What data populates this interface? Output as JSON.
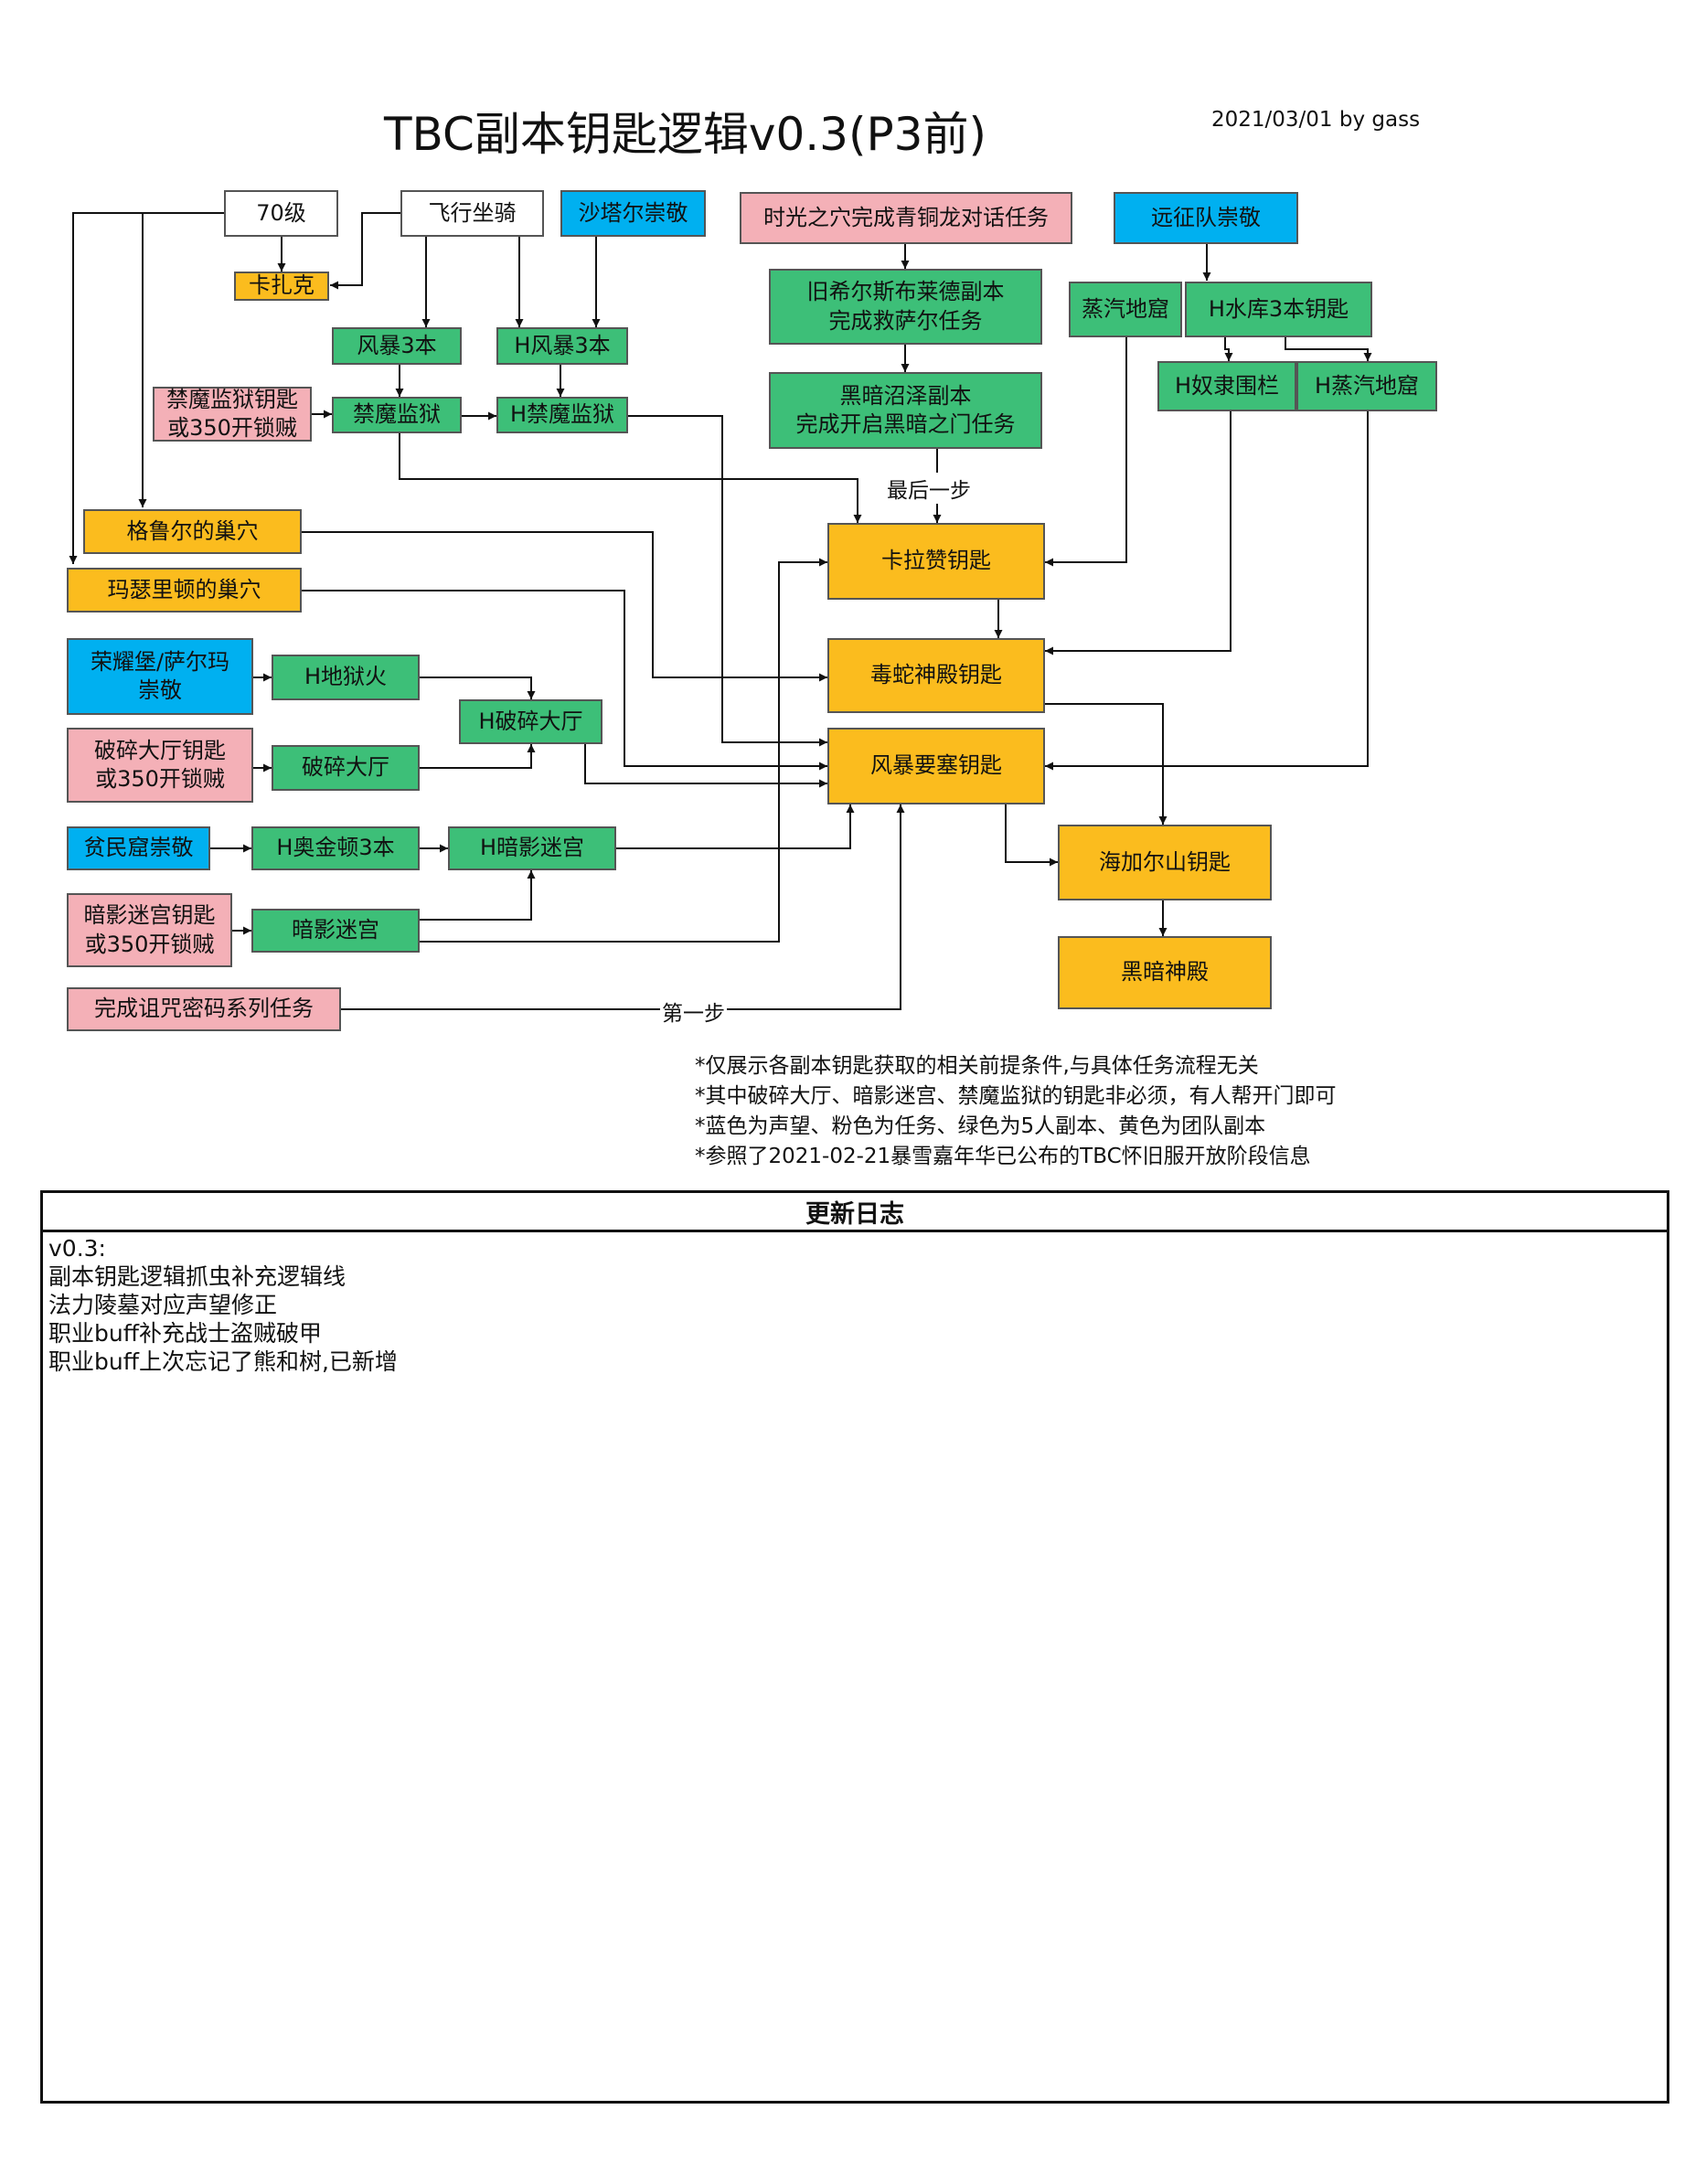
{
  "title": "TBC副本钥匙逻辑v0.3(P3前)",
  "byline": "2021/03/01 by gass",
  "legend_colors": {
    "reputation": "#00b0f0",
    "quest": "#f4b0b7",
    "dungeon": "#3dbf78",
    "raid": "#fbbc1e",
    "plain": "#ffffff"
  },
  "nodes": {
    "lv70": "70级",
    "flying": "飞行坐骑",
    "shatar": "沙塔尔崇敬",
    "caverns": "时光之穴完成青铜龙对话任务",
    "expedition": "远征队崇敬",
    "karazhan_npc": "卡扎克",
    "durnholde": "旧希尔斯布莱德副本\n完成救萨尔任务",
    "steam_vault": "蒸汽地窟",
    "h_reservoir": "H水库3本钥匙",
    "storm3": "风暴3本",
    "h_storm3": "H风暴3本",
    "black_morass": "黑暗沼泽副本\n完成开启黑暗之门任务",
    "h_slave_pens": "H奴隶围栏",
    "h_steam_vault": "H蒸汽地窟",
    "arcatraz_key": "禁魔监狱钥匙\n或350开锁贼",
    "arcatraz": "禁魔监狱",
    "h_arcatraz": "H禁魔监狱",
    "gruul": "格鲁尔的巢穴",
    "magtheridon": "玛瑟里顿的巢穴",
    "karazhan_key": "卡拉赞钥匙",
    "honor_hold": "荣耀堡/萨尔玛\n崇敬",
    "h_hellfire": "H地狱火",
    "h_shattered": "H破碎大厅",
    "shattered_key": "破碎大厅钥匙\n或350开锁贼",
    "shattered": "破碎大厅",
    "serpentshrine_key": "毒蛇神殿钥匙",
    "tempest_key": "风暴要塞钥匙",
    "lower_city": "贫民窟崇敬",
    "h_auchindoun3": "H奥金顿3本",
    "h_shadow_lab": "H暗影迷宫",
    "hyjal_key": "海加尔山钥匙",
    "shadow_lab_key": "暗影迷宫钥匙\n或350开锁贼",
    "shadow_lab": "暗影迷宫",
    "black_temple": "黑暗神殿",
    "cipher_quest": "完成诅咒密码系列任务"
  },
  "edge_labels": {
    "last_step": "最后一步",
    "first_step": "第一步"
  },
  "notes": [
    "*仅展示各副本钥匙获取的相关前提条件,与具体任务流程无关",
    "*其中破碎大厅、暗影迷宫、禁魔监狱的钥匙非必须，有人帮开门即可",
    "*蓝色为声望、粉色为任务、绿色为5人副本、黄色为团队副本",
    "*参照了2021-02-21暴雪嘉年华已公布的TBC怀旧服开放阶段信息"
  ],
  "changelog": {
    "heading": "更新日志",
    "lines": [
      "v0.3:",
      "副本钥匙逻辑抓虫补充逻辑线",
      "法力陵墓对应声望修正",
      "职业buff补充战士盗贼破甲",
      "职业buff上次忘记了熊和树,已新增"
    ]
  }
}
